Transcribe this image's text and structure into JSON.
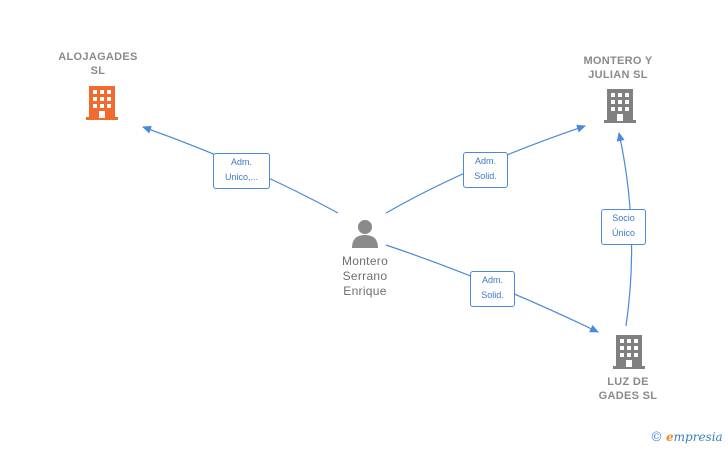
{
  "colors": {
    "edge": "#4a89dc",
    "company_highlight": "#f26a2e",
    "company": "#808080",
    "person": "#8a8a8a"
  },
  "nodes": {
    "alojagades": {
      "line1": "ALOJAGADES",
      "line2": "SL",
      "icon": "building-icon"
    },
    "montero_julian": {
      "line1": "MONTERO Y",
      "line2": "JULIAN  SL",
      "icon": "building-icon"
    },
    "luz_gades": {
      "line1": "LUZ DE",
      "line2": "GADES  SL",
      "icon": "building-icon"
    },
    "person": {
      "line1": "Montero",
      "line2": "Serrano",
      "line3": "Enrique",
      "icon": "person-icon"
    }
  },
  "edges": {
    "to_alojagades": {
      "line1": "Adm.",
      "line2": "Unico,..."
    },
    "to_montero_julian": {
      "line1": "Adm.",
      "line2": "Solid."
    },
    "to_luz_gades": {
      "line1": "Adm.",
      "line2": "Solid."
    },
    "luz_to_montero": {
      "line1": "Socio",
      "line2": "Único"
    }
  },
  "brand": {
    "copyright": "©",
    "e": "e",
    "rest": "mpresia"
  }
}
